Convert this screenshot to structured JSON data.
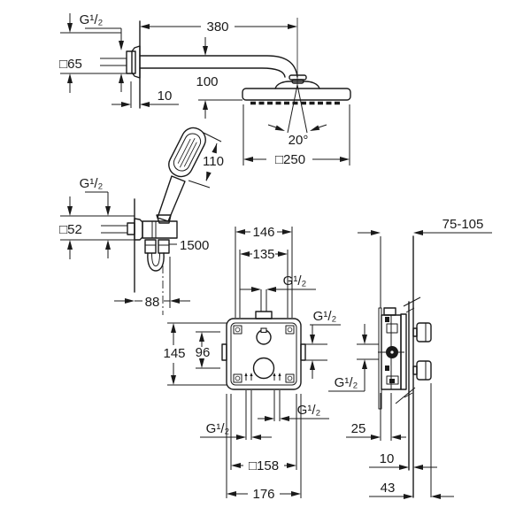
{
  "drawing": {
    "head_shower": {
      "thread_label": "G¹/₂",
      "escutcheon_size": "□65",
      "arm_reach": "380",
      "escutcheon_depth": "10",
      "head_drop": "100",
      "swivel_angle": "20°",
      "head_size": "□250"
    },
    "hand_shower": {
      "head_length": "110",
      "thread_label": "G¹/₂",
      "escutcheon_size": "□52",
      "hose_length": "1500",
      "holder_offset": "88"
    },
    "rough_in_front": {
      "top_width": "146",
      "inner_width": "135",
      "body_height": "145",
      "port_spacing": "96",
      "thread_top": "G¹/₂",
      "thread_side": "G¹/₂",
      "thread_bottom_left": "G¹/₂",
      "thread_bottom_right": "G¹/₂",
      "plate_size": "□158",
      "body_width": "176"
    },
    "rough_in_side": {
      "install_depth_range": "75-105",
      "thread_label": "G¹/₂",
      "body_depth": "25",
      "wall_thickness": "10",
      "handle_projection": "43"
    }
  }
}
